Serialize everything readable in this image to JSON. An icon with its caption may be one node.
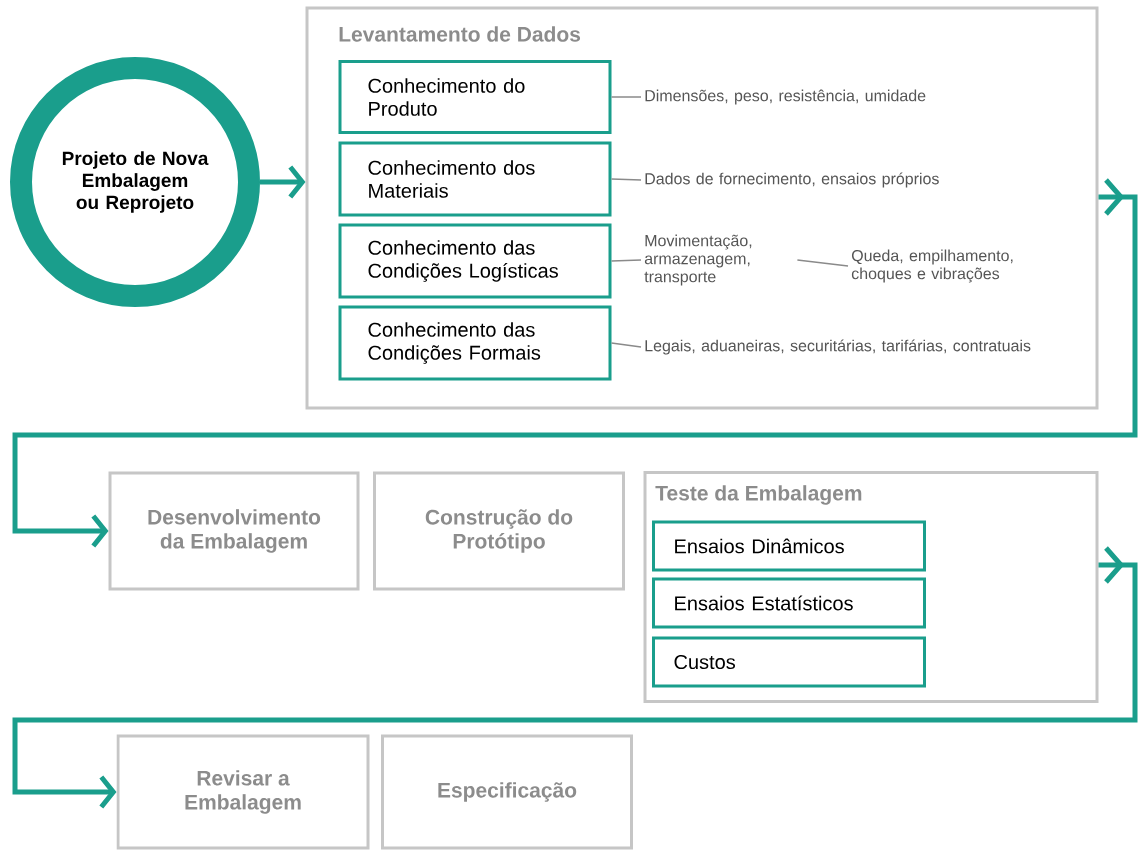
{
  "diagram": {
    "nodes": [
      {
        "text": [
          "Projeto de Nova Embalagem ou Reprojeto"
        ]
      },
      {
        "text": [
          "Levantamento de Dados"
        ]
      },
      {
        "text": [
          "Conhecimento do Produto"
        ],
        "in": 1
      },
      {
        "text": [
          "Conhecimento dos Materiais"
        ],
        "in": 1
      },
      {
        "text": [
          "Conhecimento das Condições Logísticas"
        ],
        "in": 1
      },
      {
        "text": [
          "Conhecimento das Condições Formais"
        ],
        "in": 1
      },
      {
        "text": [
          "Dimensões, peso, resistência, umidade"
        ],
        "in": 1
      },
      {
        "text": [
          "Dados de fornecimento, ensaios próprios"
        ],
        "in": 1
      },
      {
        "text": [
          "Movimentação, armazenagem, transporte"
        ],
        "in": 1
      },
      {
        "text": [
          "Queda, empilhamento, choques e vibrações"
        ],
        "in": 1
      },
      {
        "text": [
          "Legais, aduaneiras, securitárias, tarifárias, contratuais"
        ],
        "in": 1
      },
      {
        "text": [
          "Desenvolvimento da Embalagem"
        ]
      },
      {
        "text": [
          "Construção do Protótipo"
        ]
      },
      {
        "text": [
          "Teste da Embalagem"
        ]
      },
      {
        "text": [
          "Ensaios Dinâmicos"
        ],
        "in": 13
      },
      {
        "text": [
          "Ensaios Estatísticos"
        ],
        "in": 13
      },
      {
        "text": [
          "Custos"
        ],
        "in": 13
      },
      {
        "text": [
          "Revisar a Embalagem"
        ]
      },
      {
        "text": [
          "Especificação"
        ]
      }
    ],
    "edges": [
      {
        "from": 0,
        "to": 1,
        "arrow": "to",
        "style": "thick",
        "color": "#1a9e8c"
      },
      {
        "from": 2,
        "to": 6,
        "arrow": "none"
      },
      {
        "from": 3,
        "to": 7,
        "arrow": "none"
      },
      {
        "from": 4,
        "to": 8,
        "arrow": "none"
      },
      {
        "from": 8,
        "to": 9,
        "arrow": "none"
      },
      {
        "from": 5,
        "to": 10,
        "arrow": "none"
      },
      {
        "from": 1,
        "to": 11,
        "arrow": "to",
        "style": "thick",
        "color": "#1a9e8c"
      },
      {
        "from": 13,
        "to": 17,
        "arrow": "to",
        "style": "thick",
        "color": "#1a9e8c"
      }
    ]
  }
}
